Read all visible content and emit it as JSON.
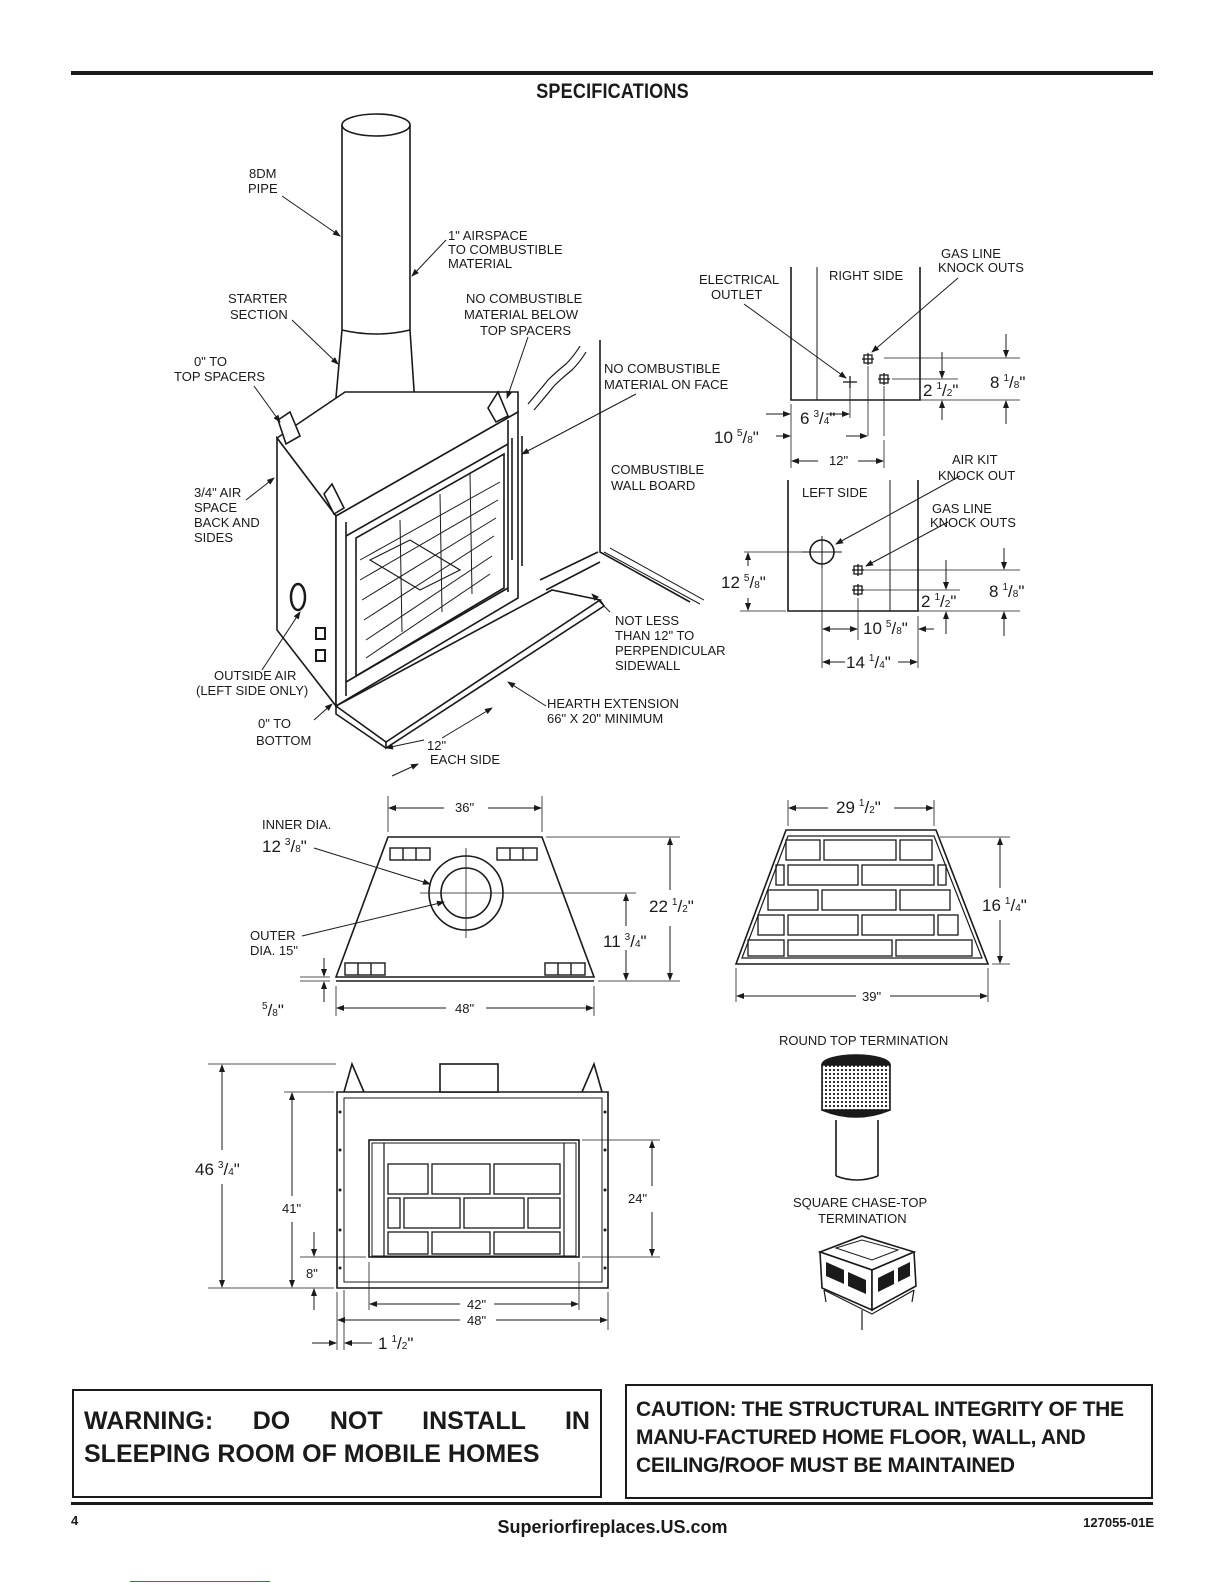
{
  "page_title": "SPECIFICATIONS",
  "iso_labels": {
    "pipe": [
      "8DM",
      "PIPE"
    ],
    "airspace": [
      "1\" AIRSPACE",
      "TO COMBUSTIBLE",
      "MATERIAL"
    ],
    "starter": [
      "STARTER",
      "SECTION"
    ],
    "no_comb_below": [
      "NO COMBUSTIBLE",
      "MATERIAL BELOW",
      "TOP SPACERS"
    ],
    "zero_top": [
      "0\" TO",
      "TOP SPACERS"
    ],
    "no_comb_face": [
      "NO COMBUSTIBLE",
      "MATERIAL ON FACE"
    ],
    "comb_wall": [
      "COMBUSTIBLE",
      "WALL BOARD"
    ],
    "air_space": [
      "3/4\" AIR",
      "SPACE",
      "BACK AND",
      "SIDES"
    ],
    "not_less": [
      "NOT LESS",
      "THAN 12\" TO",
      "PERPENDICULAR",
      "SIDEWALL"
    ],
    "outside_air": [
      "OUTSIDE AIR",
      "(LEFT SIDE ONLY)"
    ],
    "hearth": [
      "HEARTH EXTENSION",
      "66\" X 20\" MINIMUM"
    ],
    "zero_bottom": [
      "0\" TO",
      "BOTTOM"
    ],
    "each_side": [
      "12\"",
      "EACH SIDE"
    ]
  },
  "side_views": {
    "right_side": "RIGHT SIDE",
    "electrical": [
      "ELECTRICAL",
      "OUTLET"
    ],
    "gas_line_r": [
      "GAS LINE",
      "KNOCK OUTS"
    ],
    "dim_6_3_4": "6",
    "dim_6_3_4_num": "3",
    "dim_6_3_4_den": "4",
    "dim_10_5_8_r": "10",
    "dim_2_1_2_r": "2",
    "dim_8_1_8_r": "8",
    "dim_12": "12\"",
    "left_side": "LEFT SIDE",
    "air_kit": [
      "AIR KIT",
      "KNOCK OUT"
    ],
    "gas_line_l": [
      "GAS LINE",
      "KNOCK OUTS"
    ],
    "dim_12_5_8": "12",
    "dim_10_5_8_l": "10",
    "dim_14_1_4": "14",
    "dim_2_1_2_l": "2",
    "dim_8_1_8_l": "8"
  },
  "top_view": {
    "inner_dia": "INNER DIA.",
    "inner_val": "12",
    "outer": [
      "OUTER",
      "DIA. 15\""
    ],
    "dim_36": "36\"",
    "dim_22_1_2": "22",
    "dim_11_3_4": "11",
    "dim_48": "48\"",
    "dim_5_8": "5"
  },
  "brick_view": {
    "dim_29_1_2": "29",
    "dim_16_1_4": "16",
    "dim_39": "39\""
  },
  "front_view": {
    "dim_46_3_4": "46",
    "dim_41": "41\"",
    "dim_8": "8\"",
    "dim_24": "24\"",
    "dim_42": "42\"",
    "dim_48": "48\"",
    "dim_1_1_2": "1"
  },
  "terminations": {
    "round": "ROUND TOP TERMINATION",
    "square": [
      "SQUARE CHASE-TOP",
      "TERMINATION"
    ]
  },
  "warning": "WARNING: DO NOT INSTALL IN SLEEPING ROOM OF MOBILE HOMES",
  "caution": "CAUTION: THE STRUCTURAL INTEGRITY OF THE MANU-FACTURED HOME FLOOR, WALL, AND CEILING/ROOF MUST BE MAINTAINED",
  "footer": {
    "page_number": "4",
    "website": "Superiorfireplaces.US.com",
    "doc_number": "127055-01E"
  }
}
